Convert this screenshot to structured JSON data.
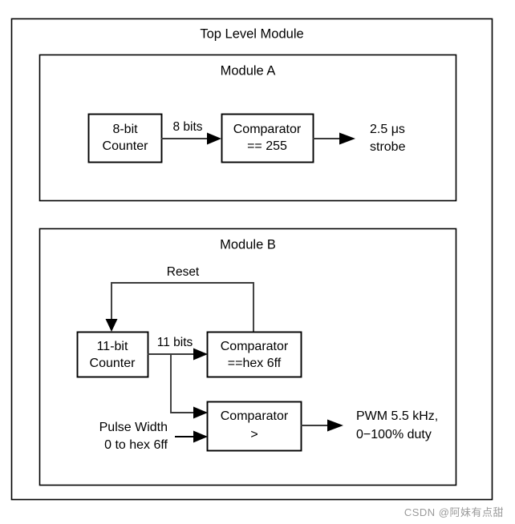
{
  "diagram": {
    "top_level": {
      "title": "Top Level Module"
    },
    "module_a": {
      "title": "Module A",
      "blocks": {
        "counter": {
          "line1": "8-bit",
          "line2": "Counter"
        },
        "comparator": {
          "line1": "Comparator",
          "line2": "== 255"
        }
      },
      "wires": {
        "counter_to_comparator": "8 bits"
      },
      "outputs": {
        "strobe": {
          "line1": "2.5 μs",
          "line2": "strobe"
        }
      }
    },
    "module_b": {
      "title": "Module B",
      "blocks": {
        "counter": {
          "line1": "11-bit",
          "line2": "Counter"
        },
        "comparator_eq": {
          "line1": "Comparator",
          "line2": "==hex 6ff"
        },
        "comparator_gt": {
          "line1": "Comparator",
          "line2": ">"
        }
      },
      "wires": {
        "reset": "Reset",
        "counter_bus": "11 bits"
      },
      "inputs": {
        "pulse_width": {
          "line1": "Pulse Width",
          "line2": "0 to hex 6ff"
        }
      },
      "outputs": {
        "pwm": {
          "line1": "PWM 5.5 kHz,",
          "line2": "0−100% duty"
        }
      }
    }
  },
  "watermark": {
    "text": "CSDN @阿妹有点甜"
  },
  "colors": {
    "stroke": "#000000",
    "wire": "#3a3a3a",
    "background": "#ffffff",
    "watermark": "#9a9a9a"
  }
}
